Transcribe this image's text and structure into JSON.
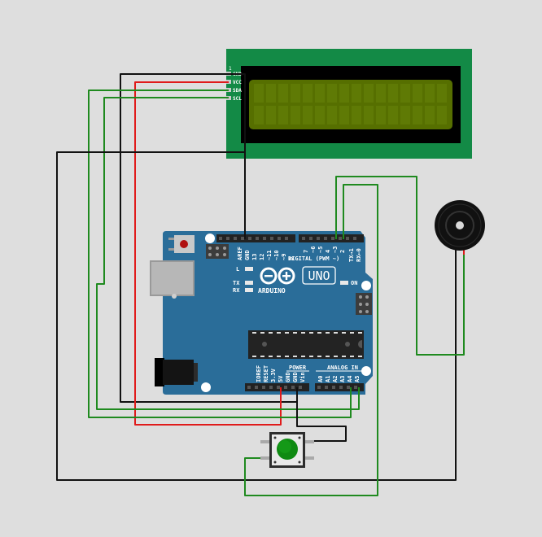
{
  "lcd": {
    "pins": {
      "first": "1",
      "gnd": "GND",
      "vcc": "VCC",
      "sda": "SDA",
      "scl": "SCL"
    }
  },
  "arduino": {
    "header_top": [
      "AREF",
      "GND",
      "13",
      "12",
      "~11",
      "~10",
      "~9",
      "8"
    ],
    "header_top2": [
      "7",
      "~6",
      "~5",
      "4",
      "~3",
      "2",
      "TX→1",
      "RX←0"
    ],
    "digital_label": "DIGITAL (PWM ~)",
    "led_l": "L",
    "led_tx": "TX",
    "led_rx": "RX",
    "on_label": "ON",
    "uno": "UNO",
    "brand": "ARDUINO",
    "power_pins": [
      "IOREF",
      "RESET",
      "3.3V",
      "5V",
      "GND",
      "GND",
      "Vin"
    ],
    "power_label": "POWER",
    "analog_pins": [
      "A0",
      "A1",
      "A2",
      "A3",
      "A4",
      "A5"
    ],
    "analog_label": "ANALOG IN"
  },
  "colors": {
    "background": "#dedede",
    "board": "#2a6d99",
    "lcd_pcb": "#138a46",
    "lcd_screen": "#566f00",
    "wire_black": "#111111",
    "wire_red": "#e01b1b",
    "wire_green": "#1f8a1f",
    "button_cap": "#0f8a12"
  },
  "icons": {
    "buzzer": "piezo-buzzer-icon",
    "button": "push-button-icon",
    "usb": "usb-port-icon",
    "power_jack": "dc-jack-icon",
    "chip": "microcontroller-icon"
  }
}
